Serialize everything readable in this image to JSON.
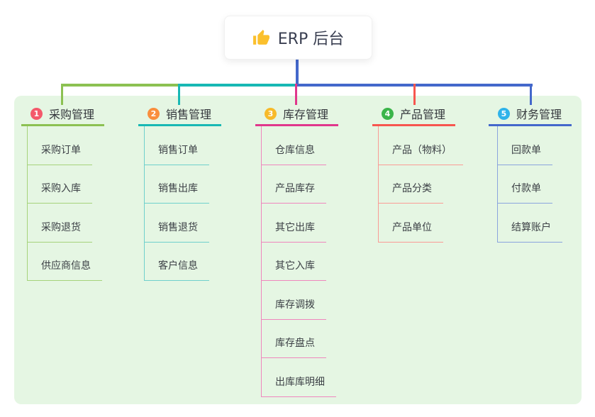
{
  "root": {
    "title": "ERP 后台",
    "icon": "thumbs-up-icon",
    "icon_color": "#fbc02d"
  },
  "connectors": {
    "root_line_color": "#4468cb"
  },
  "branches": [
    {
      "badge": "1",
      "title": "采购管理",
      "color": "#8cc152",
      "badge_color": "#f4596b",
      "child_line_color": "#a6d37b",
      "children": [
        "采购订单",
        "采购入库",
        "采购退货",
        "供应商信息"
      ]
    },
    {
      "badge": "2",
      "title": "销售管理",
      "color": "#18b8b4",
      "badge_color": "#f98e3d",
      "child_line_color": "#6fd0cc",
      "children": [
        "销售订单",
        "销售出库",
        "销售退货",
        "客户信息"
      ]
    },
    {
      "badge": "3",
      "title": "库存管理",
      "color": "#e0378c",
      "badge_color": "#f7ba2a",
      "child_line_color": "#ef86bd",
      "children": [
        "仓库信息",
        "产品库存",
        "其它出库",
        "其它入库",
        "库存调拨",
        "库存盘点",
        "出库库明细"
      ]
    },
    {
      "badge": "4",
      "title": "产品管理",
      "color": "#f7564f",
      "badge_color": "#3bb54a",
      "child_line_color": "#fa9b95",
      "children": [
        "产品（物料）",
        "产品分类",
        "产品单位"
      ]
    },
    {
      "badge": "5",
      "title": "财务管理",
      "color": "#4468cb",
      "badge_color": "#2fb3ea",
      "child_line_color": "#8aa4dd",
      "children": [
        "回款单",
        "付款单",
        "结算账户"
      ]
    }
  ]
}
